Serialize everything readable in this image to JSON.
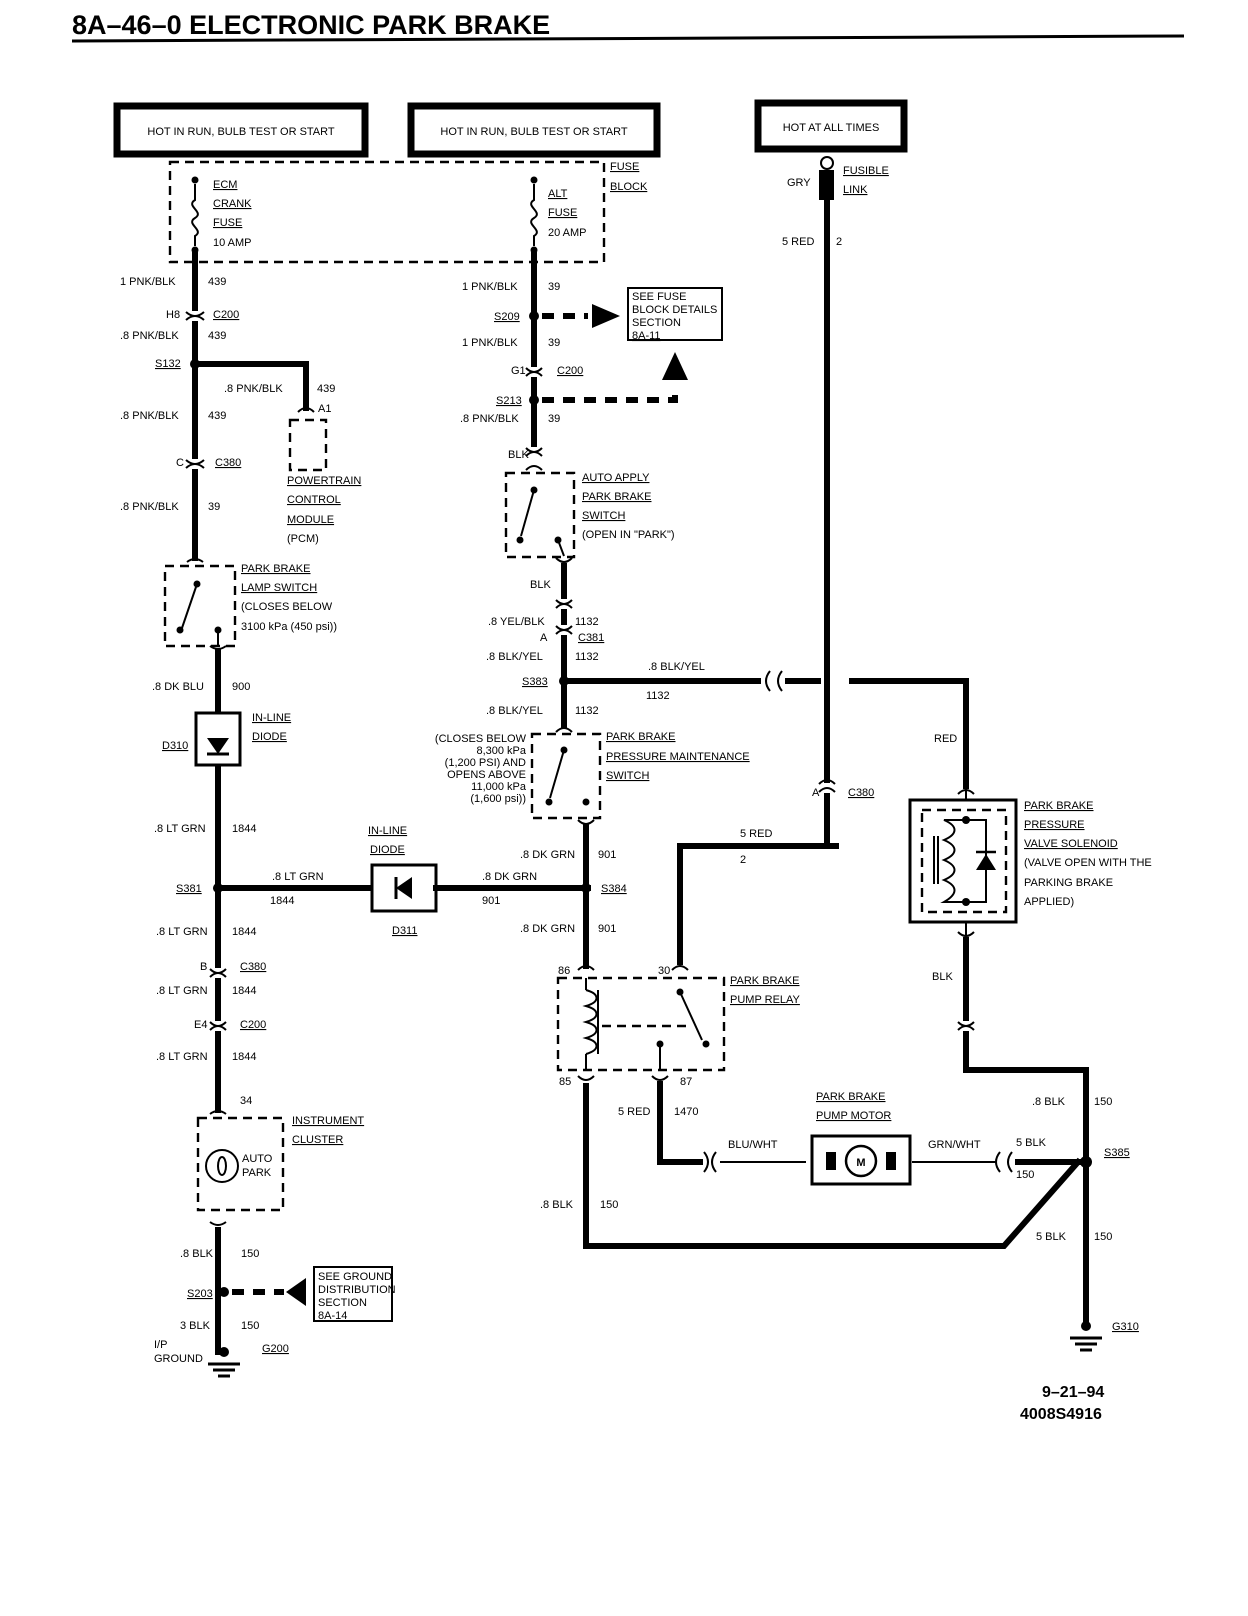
{
  "header": {
    "title": "8A–46–0  ELECTRONIC PARK BRAKE"
  },
  "power": {
    "run1": "HOT IN RUN, BULB TEST OR START",
    "run2": "HOT IN RUN, BULB TEST OR START",
    "always": "HOT AT ALL TIMES"
  },
  "fuse_block": [
    "FUSE",
    "BLOCK"
  ],
  "fuses": {
    "ecm": [
      "ECM",
      "CRANK",
      "FUSE",
      "10 AMP"
    ],
    "alt": [
      "ALT",
      "FUSE",
      "20 AMP"
    ]
  },
  "fusible_link": {
    "color": "GRY",
    "label": [
      "FUSIBLE",
      "LINK"
    ],
    "wire": "5 RED",
    "circuit": "2"
  },
  "left_wires": {
    "w1": "1 PNK/BLK",
    "c1": "439",
    "c200_pin": "H8",
    "c200": "C200",
    "w2": ".8 PNK/BLK",
    "c2": "439",
    "s132": "S132",
    "w3": ".8 PNK/BLK",
    "c3": "439",
    "pcm_pin": "A1",
    "w4": ".8 PNK/BLK",
    "c4": "439",
    "c380_pin": "C",
    "c380": "C380",
    "w5": ".8 PNK/BLK",
    "c5": "39",
    "w6": ".8 DK BLU",
    "c6": "900",
    "d310": "D310",
    "w7": ".8 LT GRN",
    "c7": "1844",
    "s381": "S381",
    "w8": ".8 LT GRN",
    "c8": "1844",
    "c380b_pin": "B",
    "c380b": "C380",
    "w9": ".8 LT GRN",
    "c9": "1844",
    "c200b_pin": "E4",
    "c200b": "C200",
    "w10": ".8 LT GRN",
    "c10": "1844",
    "cluster_pin": "34",
    "w11": ".8 BLK",
    "c11": "150",
    "s203": "S203",
    "w12": "3 BLK",
    "c12": "150",
    "ip_ground": [
      "I/P",
      "GROUND"
    ],
    "g200": "G200"
  },
  "pcm": [
    "POWERTRAIN",
    "CONTROL",
    "MODULE",
    "(PCM)"
  ],
  "lamp_switch": [
    "PARK BRAKE",
    "LAMP SWITCH",
    "(CLOSES BELOW",
    "3100 kPa (450 psi))"
  ],
  "inline_diode_1": [
    "IN-LINE",
    "DIODE"
  ],
  "inline_diode_2": {
    "label": [
      "IN-LINE",
      "DIODE"
    ],
    "id": "D311"
  },
  "horizontal_wires": {
    "lt_grn_top": ".8 LT GRN",
    "lt_grn_bot": "1844",
    "dk_grn_top": ".8 DK GRN",
    "dk_grn_bot": "901",
    "blk_yel_top": ".8 BLK/YEL",
    "blk_yel_bot": "1132"
  },
  "instrument_cluster": {
    "label": [
      "INSTRUMENT",
      "CLUSTER"
    ],
    "lamp": [
      "AUTO",
      "PARK"
    ]
  },
  "see_ground": [
    "SEE GROUND",
    "DISTRIBUTION",
    "SECTION",
    "8A-14"
  ],
  "center_wires": {
    "w1": "1 PNK/BLK",
    "c1": "39",
    "s209": "S209",
    "w2": "1 PNK/BLK",
    "c2": "39",
    "c200_pin": "G1",
    "c200": "C200",
    "s213": "S213",
    "w3": ".8 PNK/BLK",
    "c3": "39",
    "blk1": "BLK",
    "blk2": "BLK",
    "w4": ".8 YEL/BLK",
    "c4": "1132",
    "c381_pin": "A",
    "c381": "C381",
    "w5": ".8 BLK/YEL",
    "c5": "1132",
    "s383": "S383",
    "w6": ".8 BLK/YEL",
    "c6": "1132",
    "w7": ".8 DK GRN",
    "c7": "901",
    "s384": "S384",
    "w8": ".8 DK GRN",
    "c8": "901"
  },
  "see_fuse": [
    "SEE FUSE",
    "BLOCK DETAILS",
    "SECTION",
    "8A-11"
  ],
  "auto_apply_switch": [
    "AUTO APPLY",
    "PARK BRAKE",
    "SWITCH",
    "(OPEN IN \"PARK\")"
  ],
  "pressure_switch": {
    "label": [
      "PARK BRAKE",
      "PRESSURE MAINTENANCE",
      "SWITCH"
    ],
    "note": [
      "(CLOSES BELOW",
      "8,300 kPa",
      "(1,200 PSI) AND",
      "OPENS ABOVE",
      "11,000 kPa",
      "(1,600 psi))"
    ]
  },
  "right_side": {
    "red": "RED",
    "c380_pin": "A",
    "c380": "C380",
    "red5": "5 RED",
    "circuit2": "2",
    "blk": "BLK",
    "w_blk8": ".8 BLK",
    "c150a": "150",
    "w_blk5a": "5 BLK",
    "c150b": "150",
    "s385": "S385",
    "w_blk5b": "5 BLK",
    "c150c": "150",
    "g310": "G310"
  },
  "solenoid": [
    "PARK BRAKE",
    "PRESSURE",
    "VALVE SOLENOID",
    "(VALVE OPEN WITH THE",
    "PARKING BRAKE",
    "APPLIED)"
  ],
  "relay": {
    "label": [
      "PARK BRAKE",
      "PUMP RELAY"
    ],
    "p86": "86",
    "p30": "30",
    "p85": "85",
    "p87": "87",
    "w_red": "5 RED",
    "c1470": "1470",
    "w_blk": ".8 BLK",
    "c150": "150"
  },
  "motor": {
    "label": [
      "PARK BRAKE",
      "PUMP MOTOR"
    ],
    "symbol": "M",
    "left_wire": "BLU/WHT",
    "right_wire": "GRN/WHT"
  },
  "footer": {
    "date": "9–21–94",
    "code": "4008S4916"
  }
}
